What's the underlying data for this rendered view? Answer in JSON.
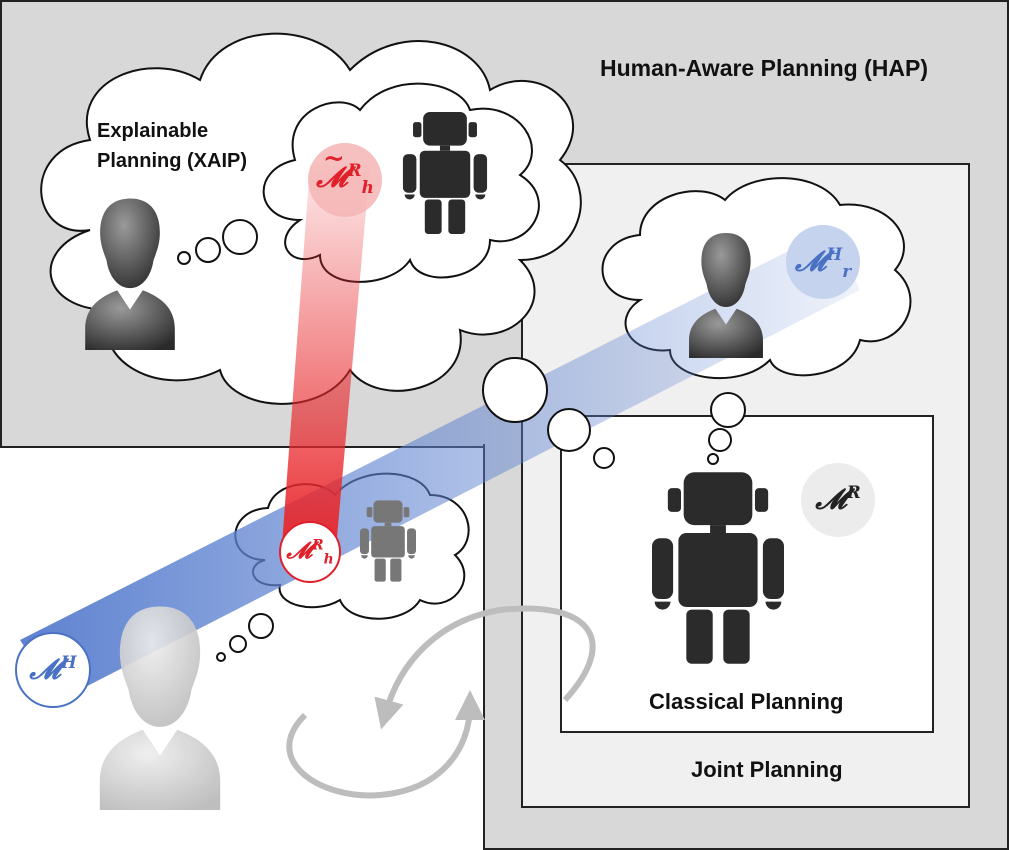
{
  "labels": {
    "hap": "Human-Aware Planning (HAP)",
    "xaip_line1": "Explainable",
    "xaip_line2": "Planning (XAIP)",
    "classical": "Classical Planning",
    "joint": "Joint Planning"
  },
  "models": {
    "m_h_tilde": {
      "base": "𝓜",
      "sup": "R",
      "sub": "h",
      "tilde": "~",
      "color": "#e0202a"
    },
    "m_r_h": {
      "base": "𝓜",
      "sup": "H",
      "sub": "r",
      "color": "#4a72c4"
    },
    "m_r": {
      "base": "𝓜",
      "sup": "R",
      "color": "#222222"
    },
    "m_h_r": {
      "base": "𝓜",
      "sup": "R",
      "sub": "h",
      "color": "#e0202a"
    },
    "m_human": {
      "base": "𝓜",
      "sup": "H",
      "color": "#4a72c4"
    }
  },
  "icons": [
    "human-icon",
    "robot-icon",
    "thought-cloud-icon",
    "cycle-arrows-icon"
  ],
  "colors": {
    "hap_box": "#d8d8d8",
    "joint_box": "#f0f0f0",
    "red_beam": "#e8282c",
    "blue_beam": "#6d8fd6"
  }
}
